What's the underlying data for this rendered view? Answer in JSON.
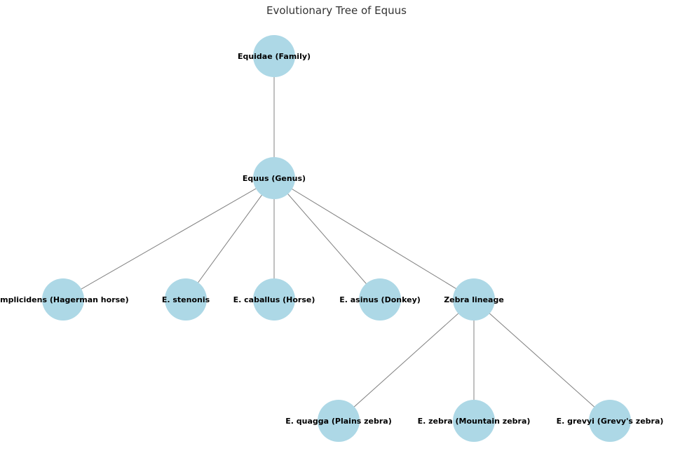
{
  "diagram": {
    "title": "Evolutionary Tree of Equus",
    "colors": {
      "node_fill": "#add8e6",
      "edge": "#808080",
      "label": "#000000"
    },
    "nodes": [
      {
        "id": "equidae",
        "label": "Equidae (Family)"
      },
      {
        "id": "equus",
        "label": "Equus (Genus)"
      },
      {
        "id": "simplicidens",
        "label": "implicidens (Hagerman horse)"
      },
      {
        "id": "stenonis",
        "label": "E. stenonis"
      },
      {
        "id": "caballus",
        "label": "E. caballus (Horse)"
      },
      {
        "id": "asinus",
        "label": "E. asinus (Donkey)"
      },
      {
        "id": "zebra",
        "label": "Zebra lineage"
      },
      {
        "id": "quagga",
        "label": "E. quagga (Plains zebra)"
      },
      {
        "id": "zebra_m",
        "label": "E. zebra (Mountain zebra)"
      },
      {
        "id": "grevyi",
        "label": "E. grevyi (Grevy's zebra)"
      }
    ],
    "edges": [
      {
        "from": "equidae",
        "to": "equus"
      },
      {
        "from": "equus",
        "to": "simplicidens"
      },
      {
        "from": "equus",
        "to": "stenonis"
      },
      {
        "from": "equus",
        "to": "caballus"
      },
      {
        "from": "equus",
        "to": "asinus"
      },
      {
        "from": "equus",
        "to": "zebra"
      },
      {
        "from": "zebra",
        "to": "quagga"
      },
      {
        "from": "zebra",
        "to": "zebra_m"
      },
      {
        "from": "zebra",
        "to": "grevyi"
      }
    ]
  }
}
